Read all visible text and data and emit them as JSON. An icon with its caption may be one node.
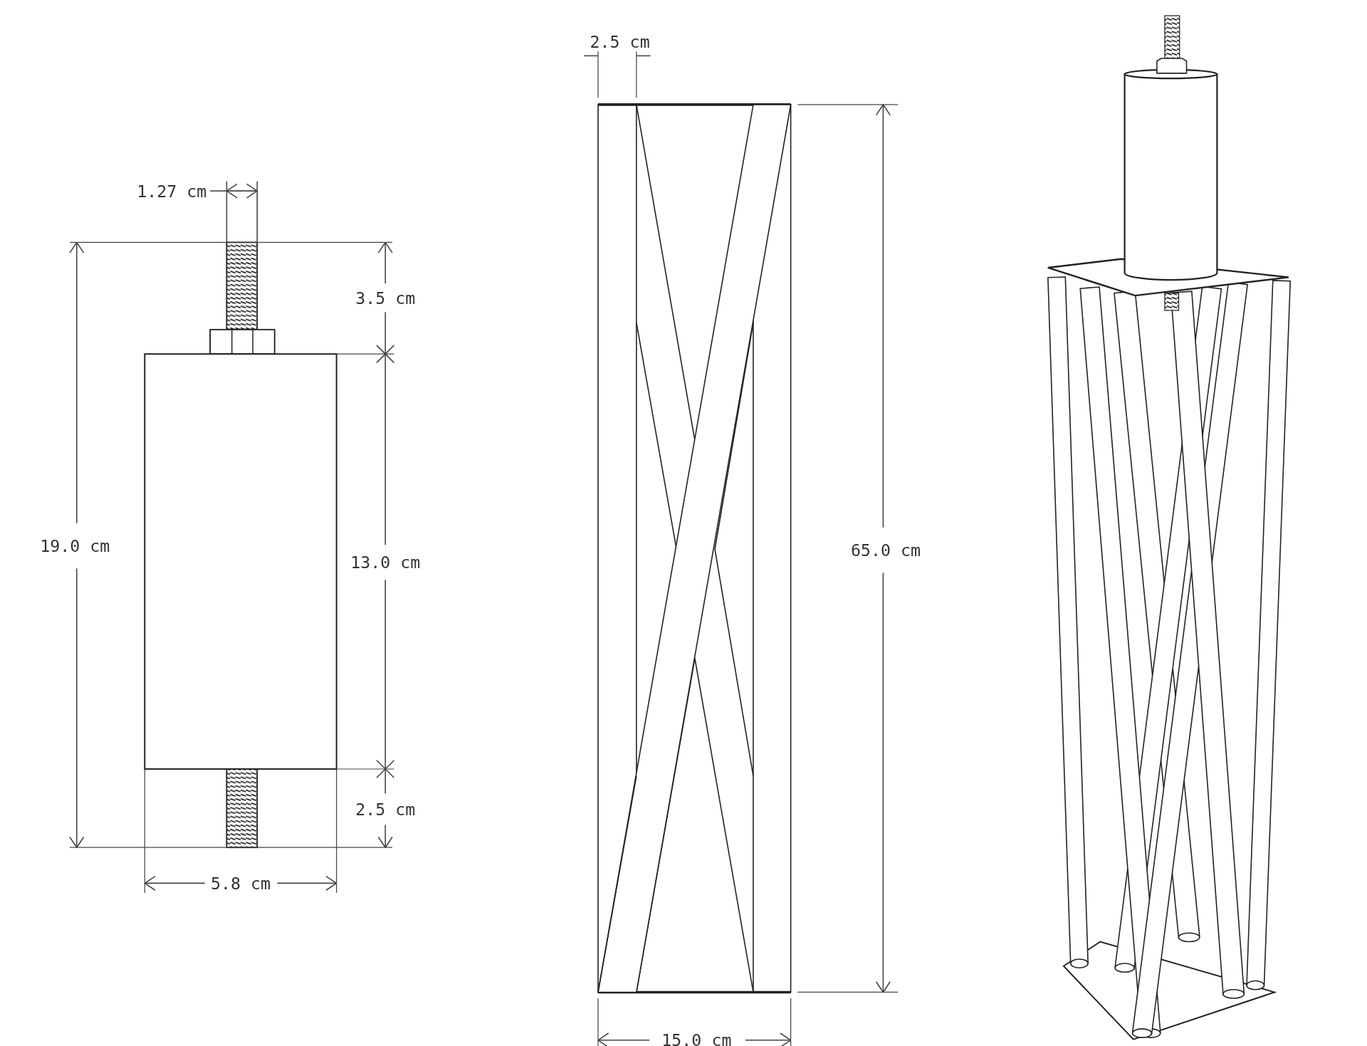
{
  "diagram": {
    "labels": [
      "2.5 cm",
      "1.27 cm",
      "3.5 cm",
      "19.0 cm",
      "65.0 cm",
      "13.0 cm",
      "2.5 cm",
      "5.8 cm",
      "15.0 cm"
    ]
  }
}
